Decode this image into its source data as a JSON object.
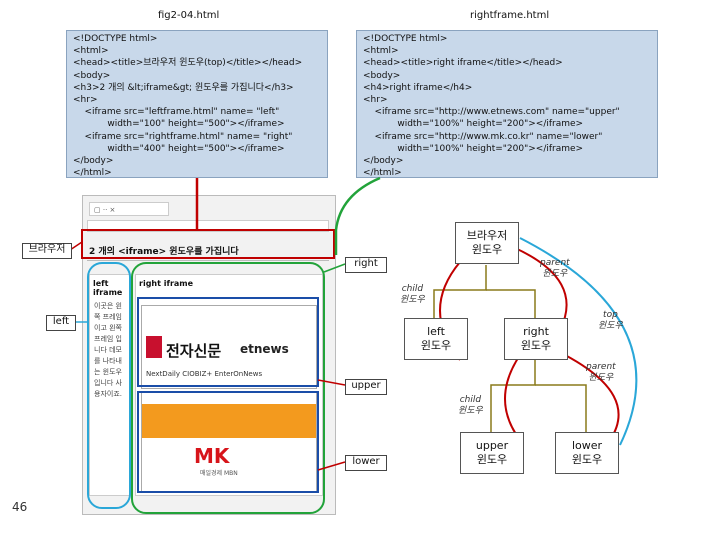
{
  "file_labels": {
    "left_file": "fig2-04.html",
    "right_file": "rightframe.html"
  },
  "code_left": [
    "<!DOCTYPE html>",
    "<html>",
    "<head><title>브라우저 윈도우(top)</title></head>",
    "<body>",
    "<h3>2 개의 &lt;iframe&gt; 윈도우를 가집니다</h3>",
    "<hr>",
    "    <iframe src=\"leftframe.html\" name= \"left\"",
    "            width=\"100\" height=\"500\"></iframe>",
    "    <iframe src=\"rightframe.html\" name= \"right\"",
    "            width=\"400\" height=\"500\"></iframe>",
    "</body>",
    "</html>"
  ],
  "code_right": [
    "<!DOCTYPE html>",
    "<html>",
    "<head><title>right iframe</title></head>",
    "<body>",
    "<h4>right iframe</h4>",
    "<hr>",
    "    <iframe src=\"http://www.etnews.com\" name=\"upper\"",
    "            width=\"100%\" height=\"200\"></iframe>",
    "    <iframe src=\"http://www.mk.co.kr\" name=\"lower\"",
    "            width=\"100%\" height=\"200\"></iframe>",
    "</body>",
    "</html>"
  ],
  "callouts": {
    "browser": "브라우저",
    "left": "left",
    "right": "right",
    "upper": "upper",
    "lower": "lower"
  },
  "browser_mock": {
    "heading": "2 개의 <iframe> 윈도우를 가집니다",
    "left_title": "left iframe",
    "right_title": "right iframe",
    "left_text": "이곳은 왼쪽 프레임이고 왼쪽 프레임 입니다 데모를 나타내는 윈도우입니다 사용자이죠.",
    "et_logo": "전자신문",
    "et_logo_en": "etnews",
    "et_nav": "NextDaily   CIOBIZ+   EnterOnNews",
    "mk_logo": "MK",
    "mk_sub": "매일경제 MBN"
  },
  "tree": {
    "root": "브라우저\n윈도우",
    "left": "left\n윈도우",
    "right": "right\n윈도우",
    "upper": "upper\n윈도우",
    "lower": "lower\n윈도우",
    "rel_parent_1": "parent\n윈도우",
    "rel_child_1": "child\n윈도우",
    "rel_top": "top\n윈도우",
    "rel_parent_2": "parent\n윈도우",
    "rel_child_2": "child\n윈도우"
  },
  "page_number": "46",
  "colors": {
    "red": "#c00000",
    "green": "#22a33a",
    "blue": "#2aa7d8",
    "olive": "#8a7a1a",
    "code_bg": "#c8d8ea"
  }
}
